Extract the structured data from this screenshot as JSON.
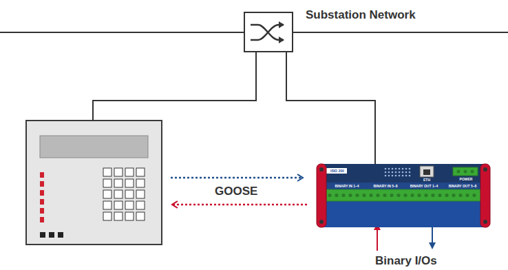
{
  "diagram": {
    "nodes": [
      {
        "text": [
          "ISIO 200",
          "BINARY IN 1–4",
          "BINARY IN 5–8",
          "ETH",
          "POWER",
          "BINARY OUT 1–4",
          "BINARY OUT 5–8"
        ]
      }
    ],
    "labels": [
      "Substation Network",
      "GOOSE",
      "Binary I/Os"
    ]
  }
}
